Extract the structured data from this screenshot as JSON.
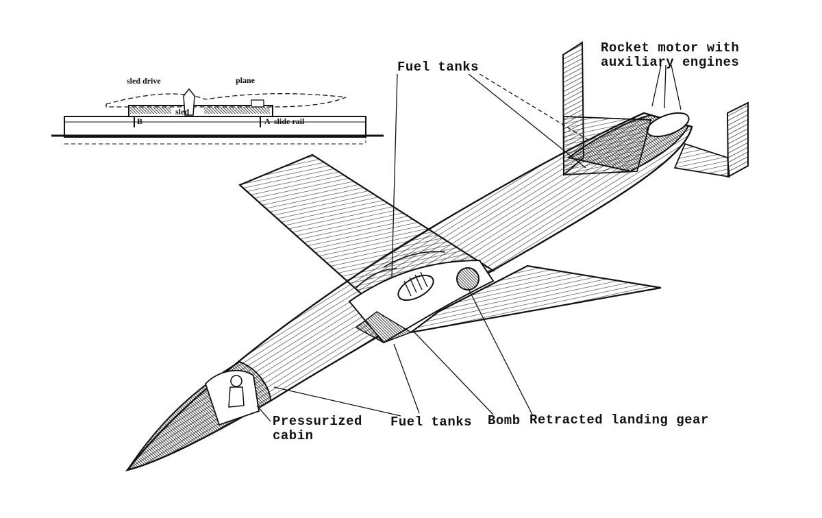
{
  "labels": {
    "rocket_motor": "Rocket motor with\nauxiliary engines",
    "fuel_tanks_top": "Fuel tanks",
    "pressurized_cabin": "Pressurized\ncabin",
    "fuel_tanks_bottom": "Fuel tanks",
    "bomb": "Bomb",
    "landing_gear": "Retracted landing gear"
  },
  "inset": {
    "sled_drive": "sled drive",
    "plane": "plane",
    "sled": "sled",
    "slide_rail": "slide rail",
    "point_a": "A",
    "point_b": "B"
  },
  "colors": {
    "ink": "#111111",
    "hatch": "#333333",
    "paper": "#ffffff"
  }
}
